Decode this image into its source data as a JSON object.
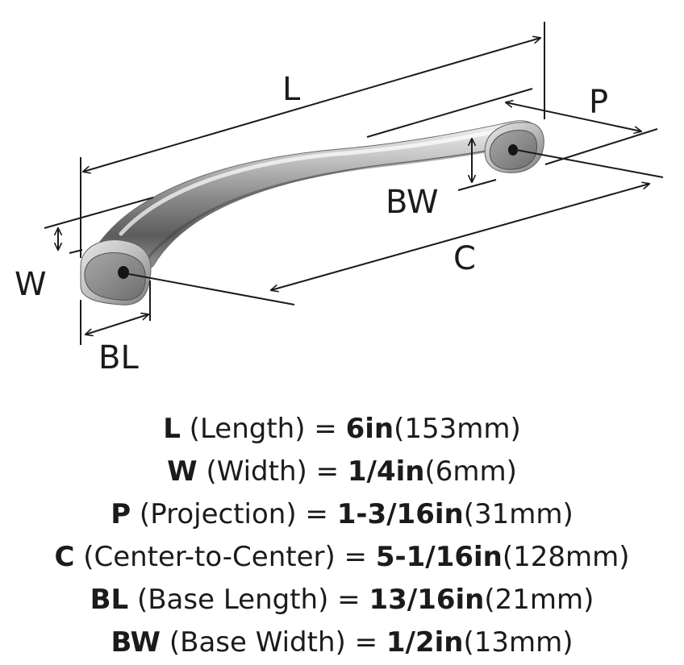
{
  "diagram": {
    "labels": {
      "L": "L",
      "P": "P",
      "BW": "BW",
      "W": "W",
      "C": "C",
      "BL": "BL"
    }
  },
  "specs": [
    {
      "key": "L",
      "desc": " (Length) = ",
      "imperial": "6in",
      "metric": "(153mm)"
    },
    {
      "key": "W",
      "desc": " (Width) = ",
      "imperial": "1/4in",
      "metric": "(6mm)"
    },
    {
      "key": "P",
      "desc": " (Projection) = ",
      "imperial": "1-3/16in",
      "metric": "(31mm)"
    },
    {
      "key": "C",
      "desc": " (Center-to-Center) = ",
      "imperial": "5-1/16in",
      "metric": "(128mm)"
    },
    {
      "key": "BL",
      "desc": " (Base Length) = ",
      "imperial": "13/16in",
      "metric": "(21mm)"
    },
    {
      "key": "BW",
      "desc": " (Base Width) = ",
      "imperial": "1/2in",
      "metric": "(13mm)"
    }
  ]
}
